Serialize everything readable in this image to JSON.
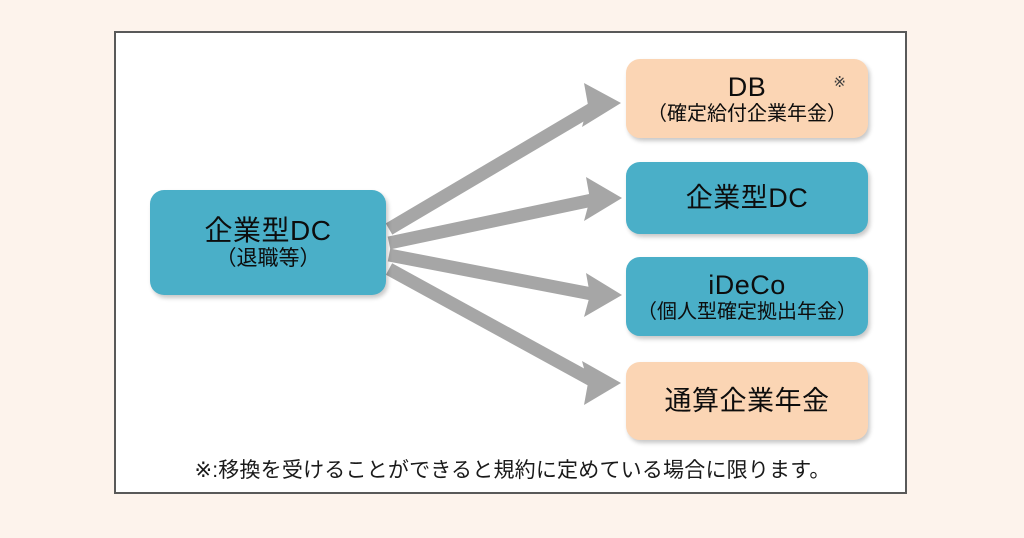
{
  "canvas": {
    "background_color": "#fdf3ec",
    "panel_background": "#ffffff",
    "panel_border_color": "#595959"
  },
  "palette": {
    "teal": "#4aafc8",
    "peach": "#fbd5b4",
    "arrow_gray": "#a6a6a6",
    "text": "#0d0d0d"
  },
  "diagram": {
    "type": "flow",
    "source": {
      "id": "corporate-dc-retired",
      "title": "企業型DC",
      "subtitle": "（退職等）",
      "color": "teal"
    },
    "targets": [
      {
        "id": "db",
        "title": "DB",
        "subtitle": "（確定給付企業年金）",
        "color": "peach",
        "marker": "※"
      },
      {
        "id": "corporate-dc",
        "title": "企業型DC",
        "subtitle": "",
        "color": "teal",
        "marker": ""
      },
      {
        "id": "ideco",
        "title": "iDeCo",
        "subtitle": "（個人型確定拠出年金）",
        "color": "teal",
        "marker": ""
      },
      {
        "id": "tsusan-kigyo-nenkin",
        "title": "通算企業年金",
        "subtitle": "",
        "color": "peach",
        "marker": ""
      }
    ],
    "arrows": [
      {
        "from": "corporate-dc-retired",
        "to": "db"
      },
      {
        "from": "corporate-dc-retired",
        "to": "corporate-dc"
      },
      {
        "from": "corporate-dc-retired",
        "to": "ideco"
      },
      {
        "from": "corporate-dc-retired",
        "to": "tsusan-kigyo-nenkin"
      }
    ]
  },
  "footnote": {
    "text": "※:移換を受けることができると規約に定めている場合に限ります。"
  }
}
